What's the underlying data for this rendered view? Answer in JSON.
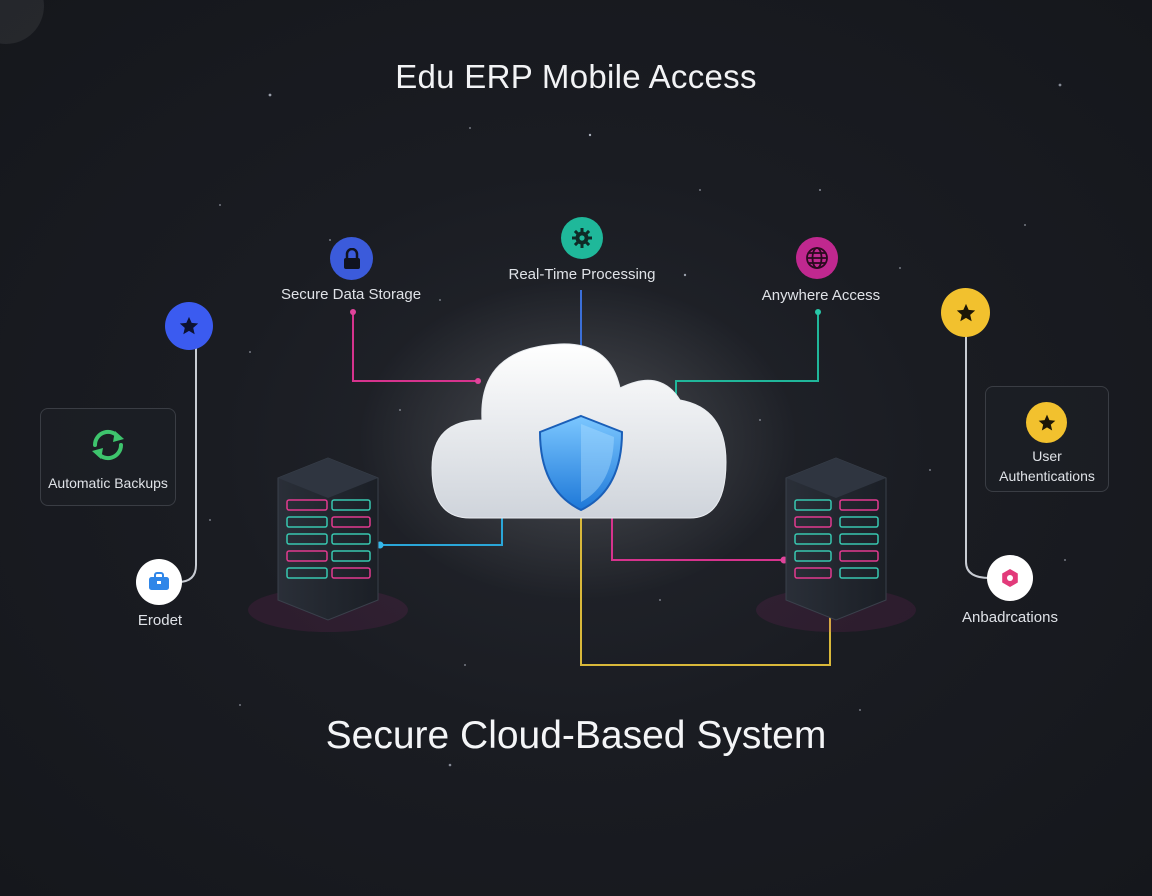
{
  "title": "Edu ERP Mobile Access",
  "subtitle": "Secure Cloud-Based System",
  "nodes": {
    "secure_data_storage": {
      "label": "Secure Data Storage",
      "icon": "lock-icon",
      "color": "#3b5bdb"
    },
    "real_time_processing": {
      "label": "Real-Time Processing",
      "icon": "gear-icon",
      "color": "#1fb89a"
    },
    "anywhere_access": {
      "label": "Anywhere Access",
      "icon": "globe-icon",
      "color": "#c0288f"
    },
    "automatic_backups": {
      "label": "Automatic Backups",
      "icon": "sync-icon",
      "color": "#3ec46d"
    },
    "user_authentications": {
      "label": "User\nAuthentications",
      "label_line1": "User",
      "label_line2": "Authentications",
      "icon": "star-icon",
      "color": "#f2c12e"
    },
    "erodet": {
      "label": "Erodet",
      "icon": "briefcase-icon",
      "color": "#2f86e8"
    },
    "anbadrcations": {
      "label": "Anbadrcations",
      "icon": "gear-badge-icon",
      "color": "#e23a7a"
    },
    "left_star": {
      "icon": "star-icon",
      "color": "#3b5bf0"
    },
    "right_star": {
      "icon": "star-icon",
      "color": "#f2c12e"
    }
  },
  "center": {
    "icon": "cloud-shield-icon"
  }
}
